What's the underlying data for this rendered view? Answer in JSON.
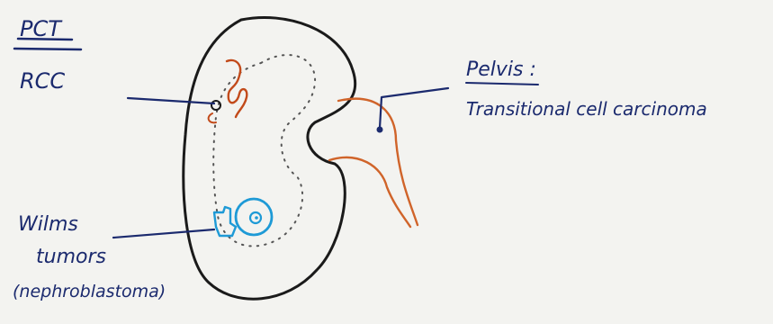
{
  "labels": {
    "pct": "PCT",
    "rcc": "RCC",
    "pelvis_title": "Pelvis :",
    "pelvis_desc": "Transitional cell carcinoma",
    "wilms_line1": "Wilms",
    "wilms_line2": "tumors",
    "wilms_line3": "(nephroblastoma)"
  },
  "colors": {
    "background": "#f3f3f0",
    "ink_blue": "#1b2a6e",
    "outline_black": "#1a1a1a",
    "tubule_red": "#c24a1a",
    "ureter_orange": "#d0642a",
    "tumor_cyan": "#1e9ad6",
    "cortex_dots": "#555555"
  }
}
